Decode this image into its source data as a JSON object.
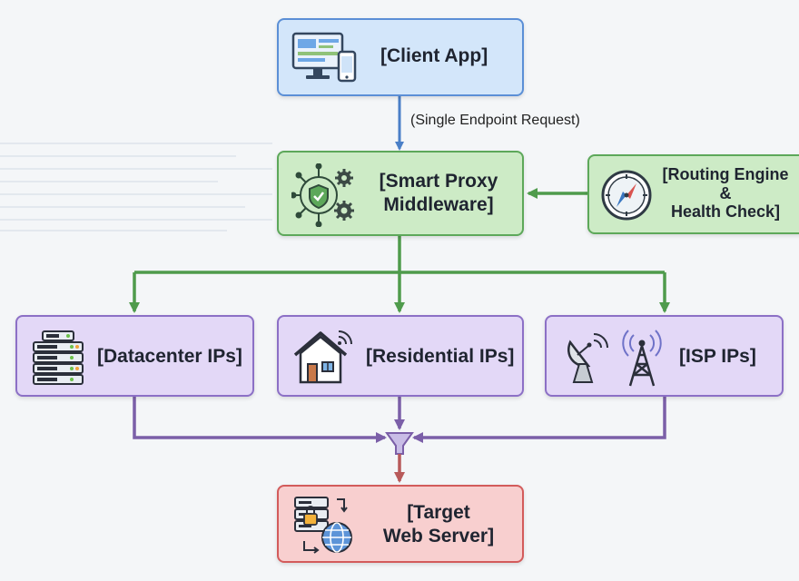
{
  "client": {
    "label": "[Client App]"
  },
  "edge_request": {
    "label": "(Single Endpoint Request)"
  },
  "proxy": {
    "label": "[Smart Proxy\nMiddleware]"
  },
  "routing": {
    "label": "[Routing Engine\n&\nHealth Check]"
  },
  "pools": [
    {
      "label": "[Datacenter IPs]"
    },
    {
      "label": "[Residential IPs]"
    },
    {
      "label": "[ISP IPs]"
    }
  ],
  "target": {
    "label": "[Target\nWeb Server]"
  },
  "colors": {
    "client_arrow": "#4a7fc7",
    "green_arrow": "#4f9b4c",
    "purple_arrow": "#7b5fa8",
    "red_arrow": "#b85a5a"
  },
  "icons": {
    "client": "desktop-and-phone-icon",
    "proxy": "shield-gear-network-icon",
    "routing": "compass-icon",
    "datacenter": "server-rack-icon",
    "residential": "house-wifi-icon",
    "isp_dish": "satellite-dish-icon",
    "isp_tower": "radio-tower-icon",
    "funnel": "funnel-icon",
    "target": "secure-server-globe-icon"
  }
}
